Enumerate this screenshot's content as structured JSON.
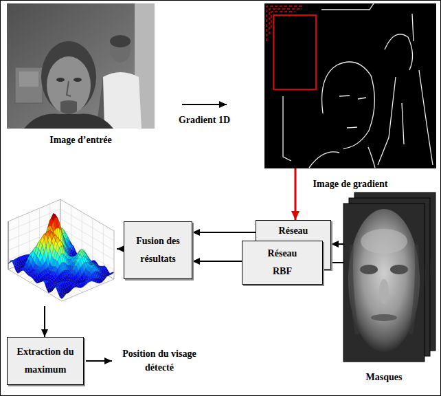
{
  "diagram": {
    "nodes": [
      {
        "text": [
          "Image d’entrée"
        ]
      },
      {
        "text": [
          "Image de gradient"
        ]
      },
      {
        "text": [
          "Fusion des résultats"
        ]
      },
      {
        "text": [
          "Réseau"
        ]
      },
      {
        "text": [
          "Réseau RBF"
        ]
      },
      {
        "text": [
          "Masques"
        ]
      },
      {
        "text": [
          "Extraction du maximum"
        ]
      }
    ],
    "edges": [
      {
        "from": 0,
        "to": 1,
        "arrow": "to",
        "label": "Gradient 1D"
      },
      {
        "from": 1,
        "to": 3,
        "arrow": "to"
      },
      {
        "from": 5,
        "to": 3,
        "arrow": "to"
      },
      {
        "from": 5,
        "to": 4,
        "arrow": "to"
      },
      {
        "from": 3,
        "to": 2,
        "arrow": "to"
      },
      {
        "from": 4,
        "to": 2,
        "arrow": "to"
      }
    ],
    "labels": [
      "Position du visage détecté"
    ]
  }
}
